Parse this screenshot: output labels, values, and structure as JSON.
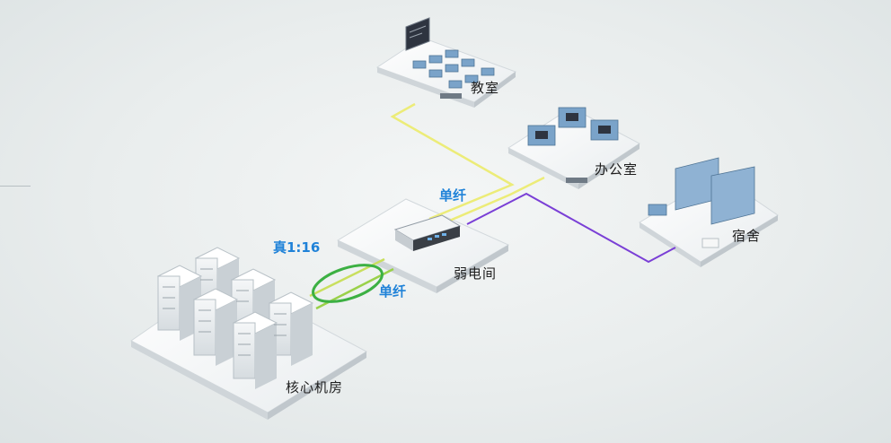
{
  "labels": {
    "classroom": "教室",
    "office": "办公室",
    "dorm": "宿舍",
    "weak_room": "弱电间",
    "core_room": "核心机房"
  },
  "link_labels": {
    "single_fiber_top": "单纤",
    "single_fiber_bottom": "单纤",
    "ratio": "真1:16"
  },
  "colors": {
    "fiber_yellow": "#ecec78",
    "fiber_green": "#9ad14a",
    "fiber_purple": "#7a3fd6",
    "ring_green": "#3cb043",
    "accent_blue": "#1f82d8"
  }
}
